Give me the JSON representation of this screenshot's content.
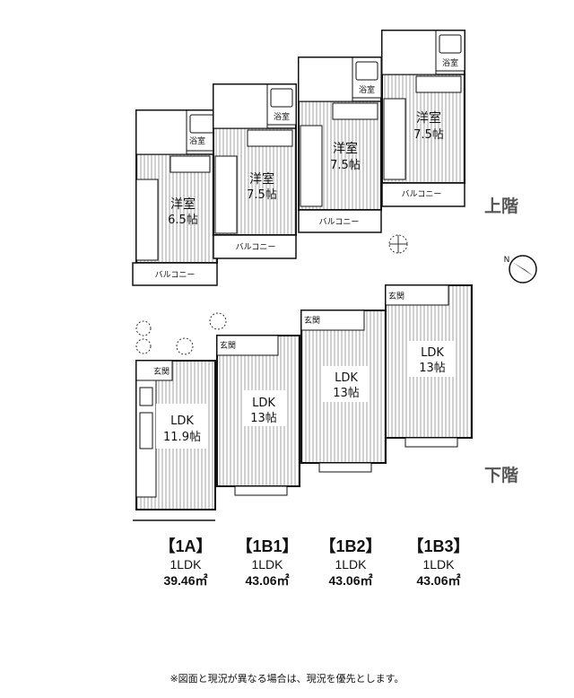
{
  "floors": {
    "upper_label": "上階",
    "lower_label": "下階"
  },
  "room_labels": {
    "western_room": "洋室",
    "bath": "浴室",
    "balcony": "バルコニー",
    "entrance": "玄関",
    "ldk": "LDK",
    "size_6_5": "6.5帖",
    "size_7_5": "7.5帖",
    "size_11_9": "11.9帖",
    "size_13": "13帖"
  },
  "units": [
    {
      "id": "【1A】",
      "type": "1LDK",
      "area": "39.46㎡"
    },
    {
      "id": "【1B1】",
      "type": "1LDK",
      "area": "43.06㎡"
    },
    {
      "id": "【1B2】",
      "type": "1LDK",
      "area": "43.06㎡"
    },
    {
      "id": "【1B3】",
      "type": "1LDK",
      "area": "43.06㎡"
    }
  ],
  "compass": {
    "label": "N"
  },
  "footnote": "※図面と現況が異なる場合は、現況を優先とします。"
}
